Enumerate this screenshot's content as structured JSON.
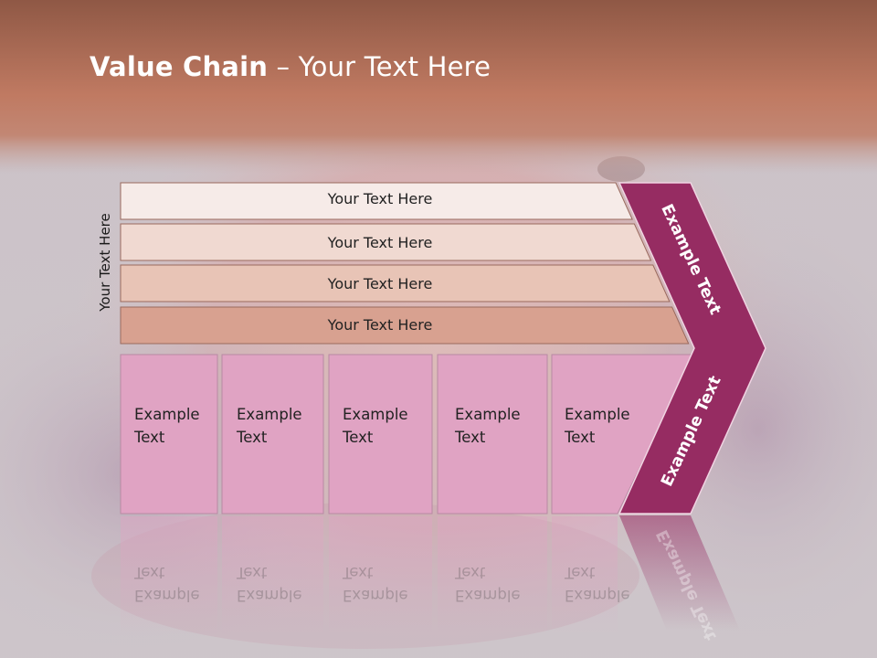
{
  "slide": {
    "title_bold": "Value Chain",
    "title_rest": " – Your Text Here",
    "side_label": "Your Text Here"
  },
  "rows": [
    {
      "label": "Your Text Here",
      "fill": "#f6ebe8"
    },
    {
      "label": "Your Text Here",
      "fill": "#f0d9d1"
    },
    {
      "label": "Your Text Here",
      "fill": "#e8c4b6"
    },
    {
      "label": "Your Text Here",
      "fill": "#d8a190"
    }
  ],
  "columns": [
    {
      "line1": "Example",
      "line2": "Text"
    },
    {
      "line1": "Example",
      "line2": "Text"
    },
    {
      "line1": "Example",
      "line2": "Text"
    },
    {
      "line1": "Example",
      "line2": "Text"
    },
    {
      "line1": "Example",
      "line2": "Text"
    }
  ],
  "chevron": {
    "upper_label": "Example Text",
    "lower_label": "Example Text",
    "fill": "#962c62"
  },
  "colors": {
    "header": "#b8705a",
    "column_fill": "#e0a3c3"
  }
}
